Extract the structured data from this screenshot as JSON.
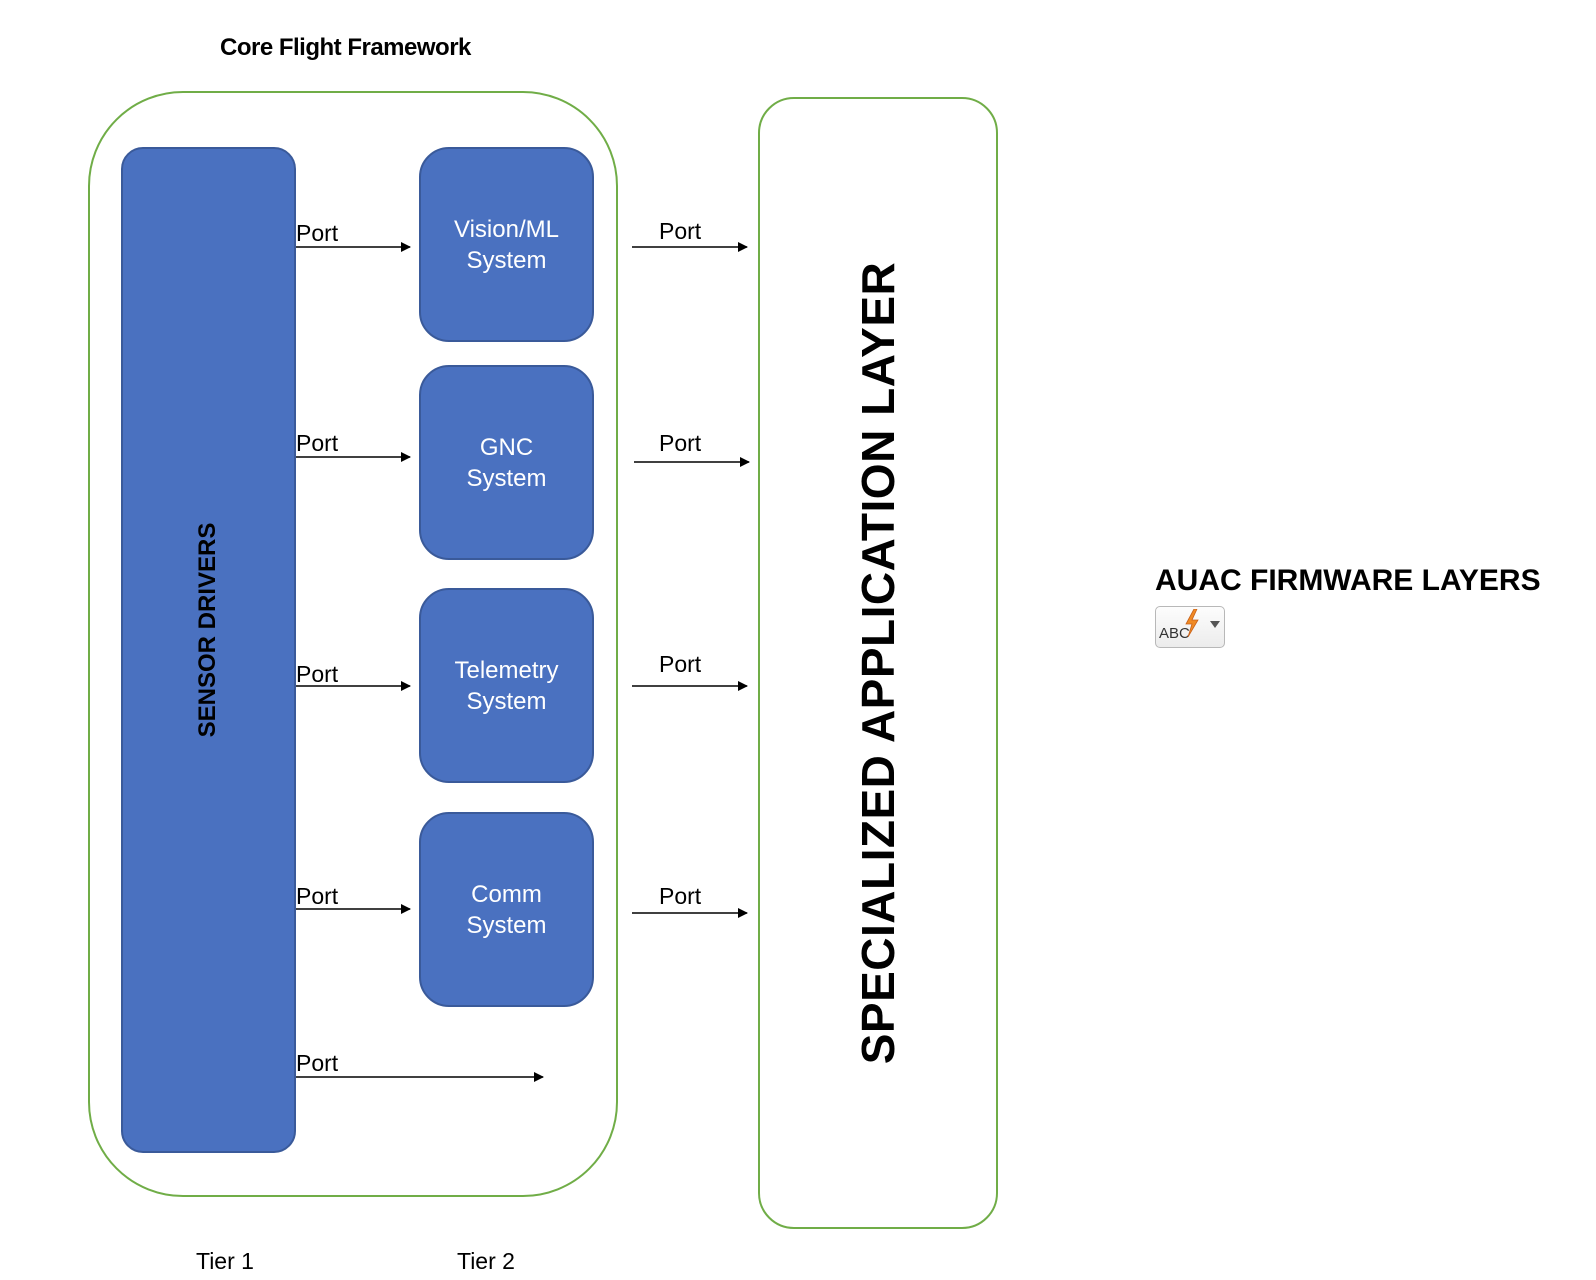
{
  "framework": {
    "title": "Core Flight Framework"
  },
  "sensor_drivers": {
    "label": "SENSOR DRIVERS"
  },
  "systems": [
    {
      "line1": "Vision/ML",
      "line2": "System"
    },
    {
      "line1": "GNC",
      "line2": "System"
    },
    {
      "line1": "Telemetry",
      "line2": "System"
    },
    {
      "line1": "Comm",
      "line2": "System"
    }
  ],
  "ports": {
    "tier1": [
      "Port",
      "Port",
      "Port",
      "Port",
      "Port"
    ],
    "tier2": [
      "Port",
      "Port",
      "Port",
      "Port"
    ]
  },
  "app_layer": {
    "label": "SPECIALIZED APPLICATION LAYER"
  },
  "tiers": {
    "tier1": "Tier 1",
    "tier2": "Tier 2"
  },
  "side_title": "AUAC FIRMWARE LAYERS",
  "autocorrect": {
    "text": "ABC",
    "icon": "lightning-bolt-icon"
  },
  "colors": {
    "box_fill": "#4a71c0",
    "container_border": "#70ad47",
    "arrow": "#000000"
  }
}
